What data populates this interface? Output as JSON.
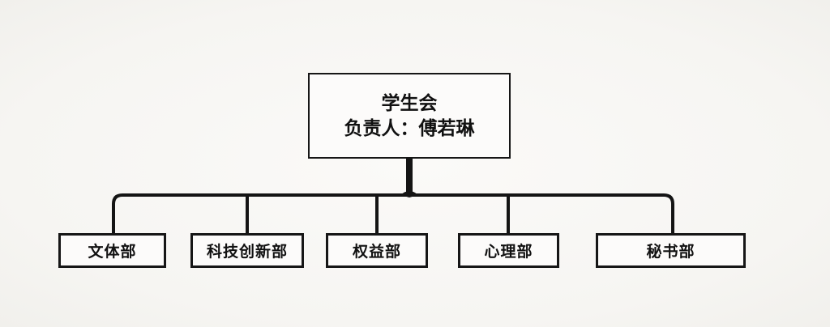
{
  "diagram": {
    "type": "org-chart",
    "root": {
      "title": "学生会",
      "subtitle": "负责人：傅若琳"
    },
    "children": [
      {
        "label": "文体部"
      },
      {
        "label": "科技创新部"
      },
      {
        "label": "权益部"
      },
      {
        "label": "心理部"
      },
      {
        "label": "秘书部"
      }
    ],
    "colors": {
      "line": "#141414",
      "box_border": "#161616",
      "box_fill": "#fcfbfa",
      "background": "#f7f6f3"
    }
  }
}
